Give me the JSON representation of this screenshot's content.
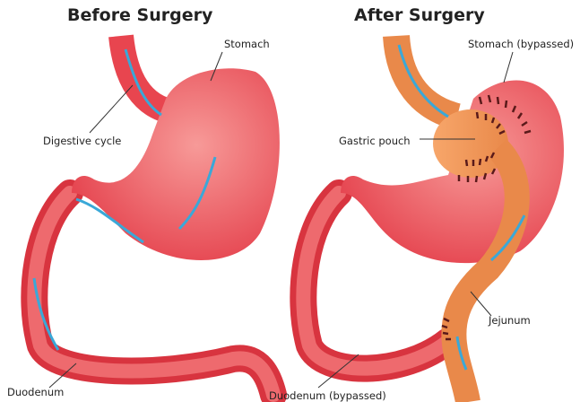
{
  "before": {
    "title": "Before Surgery",
    "labels": {
      "stomach": "Stomach",
      "digestive": "Digestive cycle",
      "duodenum": "Duodenum"
    }
  },
  "after": {
    "title": "After Surgery",
    "labels": {
      "stomach": "Stomach (bypassed)",
      "pouch": "Gastric pouch",
      "jejunum": "Jejunum",
      "duodenum": "Duodenum (bypassed)"
    }
  },
  "colors": {
    "stomach": "#e8454f",
    "pouch": "#f2a065",
    "arrow": "#3aa8d8",
    "staple": "#5a1a1a"
  }
}
